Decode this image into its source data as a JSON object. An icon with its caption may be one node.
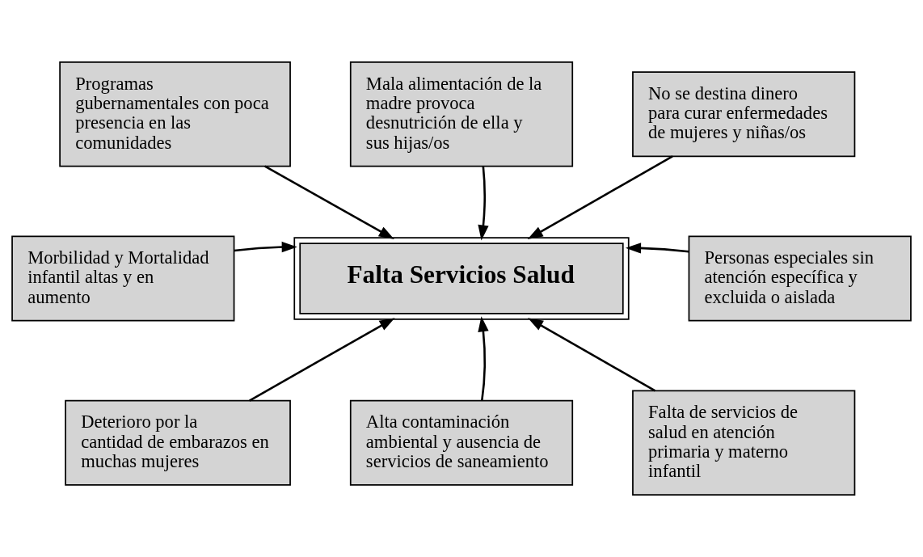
{
  "diagram": {
    "nodes": [
      {
        "text": [
          "Programas gubernamentales con poca presencia en las comunidades"
        ]
      },
      {
        "text": [
          "Mala alimentación de la madre provoca desnutrición de ella y sus hijas/os"
        ]
      },
      {
        "text": [
          "No se destina dinero para curar enfermedades de mujeres y niñas/os"
        ]
      },
      {
        "text": [
          "Morbilidad y Mortalidad infantil altas y en aumento"
        ]
      },
      {
        "text": [
          "Falta Servicios Salud"
        ]
      },
      {
        "text": [
          "Personas especiales sin atención específica y excluida o aislada"
        ]
      },
      {
        "text": [
          "Deterioro por la cantidad de embarazos en muchas mujeres"
        ]
      },
      {
        "text": [
          "Alta contaminación ambiental y ausencia de servicios de saneamiento"
        ]
      },
      {
        "text": [
          "Falta de servicios de salud en atención primaria y materno infantil"
        ]
      }
    ],
    "edges": [
      {
        "from": 0,
        "to": 4,
        "arrow": "to"
      },
      {
        "from": 1,
        "to": 4,
        "arrow": "to"
      },
      {
        "from": 2,
        "to": 4,
        "arrow": "to"
      },
      {
        "from": 3,
        "to": 4,
        "arrow": "to"
      },
      {
        "from": 5,
        "to": 4,
        "arrow": "to"
      },
      {
        "from": 6,
        "to": 4,
        "arrow": "to"
      },
      {
        "from": 7,
        "to": 4,
        "arrow": "to"
      },
      {
        "from": 8,
        "to": 4,
        "arrow": "to"
      }
    ]
  }
}
